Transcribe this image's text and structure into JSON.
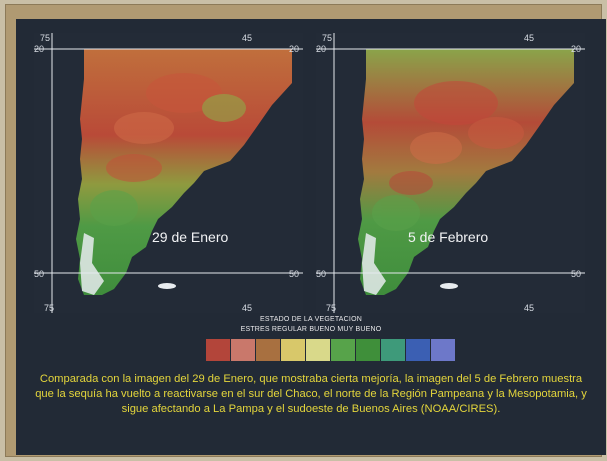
{
  "maps": [
    {
      "date_label": "29 de Enero",
      "ticks": {
        "top_left": "75",
        "top_right": "45",
        "right_upper": "20",
        "right_lower": "50",
        "left_lower": "50",
        "bottom_left": "75",
        "bottom_right": "45",
        "left_upper": "20"
      }
    },
    {
      "date_label": "5 de Febrero",
      "ticks": {
        "top_left": "75",
        "top_right": "45",
        "right_upper": "20",
        "right_lower": "50",
        "left_lower": "50",
        "bottom_left": "75",
        "bottom_right": "45",
        "left_upper": "20"
      }
    }
  ],
  "legend": {
    "title": "ESTADO DE LA VEGETACION",
    "classes_line": "ESTRES  REGULAR BUENO  MUY BUENO",
    "swatch_colors": [
      "#b3453a",
      "#c9786b",
      "#a87040",
      "#d8c86a",
      "#d9d98a",
      "#57a34a",
      "#3f8f3a",
      "#3e9a7a",
      "#3b5fb3",
      "#6d78c9"
    ]
  },
  "caption": "Comparada con la imagen del 29 de Enero, que mostraba cierta mejoría, la imagen del 5 de Febrero muestra que la sequía ha vuelto a reactivarse en el sur del Chaco, el norte de la Región Pampeana y la Mesopotamia, y sigue afectando a La Pampa y el sudoeste de Buenos Aires (NOAA/CIRES)."
}
